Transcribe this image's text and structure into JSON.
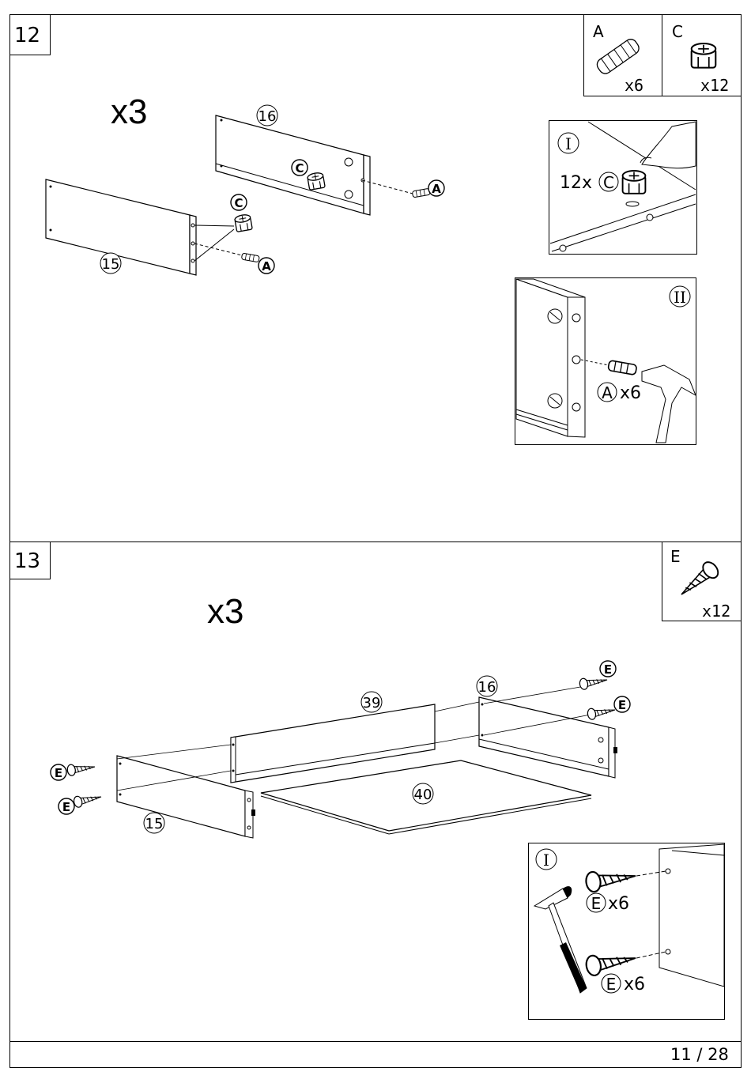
{
  "step12": {
    "number": "12",
    "multiplier": "x3",
    "parts": {
      "panel_back": "16",
      "panel_front": "15"
    },
    "fittings": [
      {
        "letter": "A",
        "qty": "x6",
        "icon": "wooden-dowel"
      },
      {
        "letter": "C",
        "qty": "x12",
        "icon": "cam-lock"
      }
    ],
    "labels": {
      "cam_top": "C",
      "cam_mid": "C",
      "dowel_top": "A",
      "dowel_bottom": "A"
    },
    "detail_I": {
      "roman": "I",
      "prefix": "12x",
      "letter": "C"
    },
    "detail_II": {
      "roman": "II",
      "letter": "A",
      "qty": "x6"
    }
  },
  "step13": {
    "number": "13",
    "multiplier": "x3",
    "parts": {
      "back": "39",
      "side_right": "16",
      "side_left": "15",
      "bottom": "40"
    },
    "fitting": {
      "letter": "E",
      "qty": "x12",
      "icon": "screw"
    },
    "labels": {
      "e1": "E",
      "e2": "E",
      "e3": "E",
      "e4": "E"
    },
    "detail_I": {
      "roman": "I",
      "letter": "E",
      "qty_top": "x6",
      "qty_bottom": "x6"
    }
  },
  "footer": {
    "page": "11 / 28"
  }
}
